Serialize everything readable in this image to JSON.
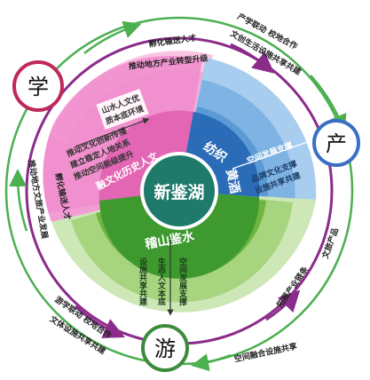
{
  "center": {
    "label": "新鉴湖"
  },
  "sectors": {
    "pink": "融文化历史人文",
    "blue_top": "纺织",
    "blue_bottom": "黄酒",
    "green": "稽山鉴水"
  },
  "nodes": {
    "xue": "学",
    "chan": "产",
    "you": "游"
  },
  "inner_texts": {
    "pink_box_1": "山水人文优",
    "pink_box_2": "质本底环境",
    "pink_arrow_1": "推动文化创新传播",
    "pink_arrow_2": "建立稳定人地关系",
    "pink_arrow_3": "推动空间能级提升",
    "blue_arrow_1": "空间发展支撑",
    "blue_arrow_2": "品牌文化支撑",
    "blue_arrow_3": "设施共享共建",
    "green_col_1": "空间发展支撑",
    "green_col_2": "生态人文本底",
    "green_col_3": "设施共享共建"
  },
  "outer_texts": {
    "top_1": "孵化输送人才",
    "top_2": "推动地方产业转型升级",
    "top_right_1": "产学联动 校地合作",
    "top_right_2": "文创生活设施共享共建",
    "left_1": "推动地方文旅产业发展",
    "left_2": "孵化输送人才",
    "bottom_left_1": "游学联动 校地合作",
    "bottom_left_2": "文体设施共享共建",
    "right_1": "文旅产品",
    "right_2": "拓展产业链条",
    "bottom_right": "空间融合设施共享"
  },
  "colors": {
    "pink": "#f08ccc",
    "blue": "#5a9bd6",
    "green": "#6fb43f",
    "ring": "#8b2c8b",
    "dark_green": "#2f7e33",
    "ring_green": "#4caf50",
    "node_red": "#c0285a",
    "node_blue": "#3a6fc4",
    "node_green": "#3d8b3d"
  }
}
